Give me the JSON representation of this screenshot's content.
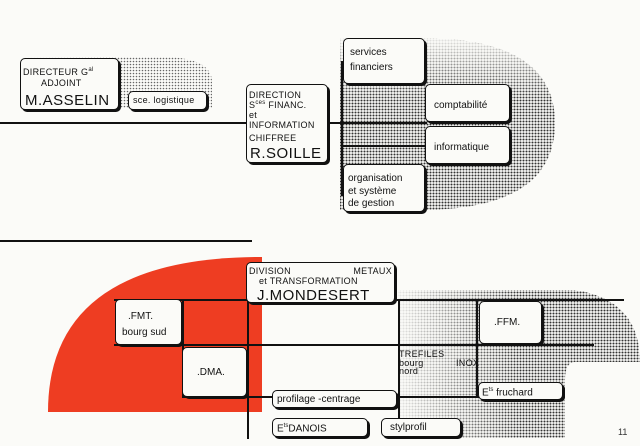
{
  "top_chart": {
    "adjoint": {
      "line1_pre": "DIRECTEUR G",
      "line1_sup": "al",
      "line2": "ADJOINT",
      "name": "M.ASSELIN"
    },
    "logistique": "sce. logistique",
    "direction_finances": {
      "line1": "DIRECTION",
      "line2_s": "S",
      "line2_sup": "ces",
      "line2_rest": " FINANC.",
      "line3": "et",
      "line4": "INFORMATION",
      "line5": "CHIFFREE",
      "name": "R.SOILLE"
    },
    "services_financiers": [
      "services",
      "financiers"
    ],
    "comptabilite": "comptabilité",
    "informatique": "informatique",
    "organisation": [
      "organisation",
      "et système",
      "de gestion"
    ]
  },
  "bottom_chart": {
    "division": {
      "line1_left": "DIVISION",
      "line1_right": "METAUX",
      "line2": "et TRANSFORMATION",
      "name": "J.MONDESERT"
    },
    "fmt": [
      ".FMT.",
      "bourg sud"
    ],
    "dma": ".DMA.",
    "ffm": ".FFM.",
    "trefiles": {
      "line1": "TREFILES",
      "line2_left": "bourg",
      "line2_right": "INOX",
      "line3": "nord"
    },
    "fruchard": {
      "pre": "E",
      "sup": "ts",
      "rest": " fruchard"
    },
    "profilage": "profilage -centrage",
    "danois": {
      "pre": "E",
      "sup": "ts",
      "rest": "DANOIS"
    },
    "stylprofil": "stylprofil"
  },
  "page_number": "11",
  "colors": {
    "accent_red": "#ee3d22",
    "ink": "#111111",
    "paper": "#fbfbf8"
  }
}
